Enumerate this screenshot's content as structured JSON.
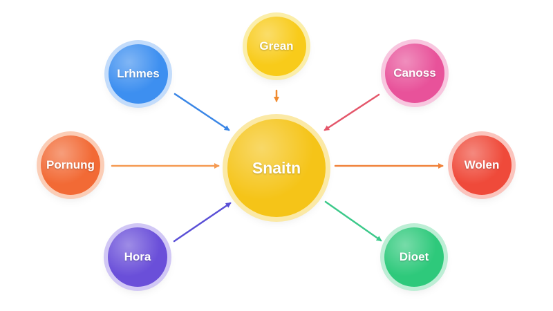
{
  "nodes": {
    "center": {
      "label": "Snaitn",
      "color": "#f5c418",
      "halo": "#fbe9a6"
    },
    "top": {
      "label": "Grean",
      "color": "#f8cb1a",
      "halo": "#fbeea9"
    },
    "top_left": {
      "label": "Lrhmes",
      "color": "#3d8ff0",
      "halo": "#c3dcfb"
    },
    "top_right": {
      "label": "Canoss",
      "color": "#e8529a",
      "halo": "#f8c6df"
    },
    "left": {
      "label": "Pornung",
      "color": "#f26a35",
      "halo": "#fbcdb6"
    },
    "right": {
      "label": "Wolen",
      "color": "#ef4a3a",
      "halo": "#fbc4bd"
    },
    "bottom_left": {
      "label": "Hora",
      "color": "#6a4fd9",
      "halo": "#d1c7f5"
    },
    "bottom_right": {
      "label": "Dioet",
      "color": "#2ec97b",
      "halo": "#bdeed5"
    }
  },
  "connectors": {
    "top": {
      "color": "#f08a2e"
    },
    "top_left": {
      "color": "#3a86e6"
    },
    "top_right": {
      "color": "#e4566a"
    },
    "left": {
      "color": "#f59a52"
    },
    "right": {
      "color": "#f0823a"
    },
    "bottom_left": {
      "color": "#5a4fd6"
    },
    "bottom_right": {
      "color": "#3cc98a"
    }
  }
}
